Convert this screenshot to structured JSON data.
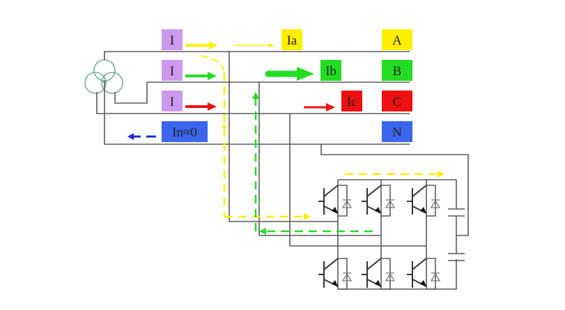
{
  "diagram": {
    "title": "",
    "colors": {
      "phase_a": "#ffee00",
      "phase_b": "#22dd22",
      "phase_c": "#ee1111",
      "neutral": "#3366ee",
      "current_sense": "#cc99ee",
      "wire": "#5a5a5a",
      "transformer": "#5aa08a",
      "neutral_arrow": "#1a2ad0"
    },
    "source_labels": [
      {
        "id": "i-a",
        "text": "I",
        "color": "#cc99ee"
      },
      {
        "id": "i-b",
        "text": "I",
        "color": "#cc99ee"
      },
      {
        "id": "i-c",
        "text": "I",
        "color": "#cc99ee"
      },
      {
        "id": "i-n",
        "text": "In≈0",
        "color": "#3a66ee"
      }
    ],
    "load_current_labels": [
      {
        "id": "ia",
        "text": "Ia",
        "color": "#ffee00"
      },
      {
        "id": "ib",
        "text": "Ib",
        "color": "#22dd22"
      },
      {
        "id": "ic",
        "text": "Ic",
        "color": "#ee1111"
      }
    ],
    "phase_labels": [
      {
        "id": "a",
        "text": "A",
        "color": "#ffee00"
      },
      {
        "id": "b",
        "text": "B",
        "color": "#22dd22"
      },
      {
        "id": "c",
        "text": "C",
        "color": "#ee1111"
      },
      {
        "id": "n",
        "text": "N",
        "color": "#3a66ee"
      }
    ],
    "components": {
      "transformer": "three-phase-transformer",
      "inverter": "three-leg-igbt-bridge",
      "igbt_count": 6,
      "capacitor_count": 2
    }
  }
}
